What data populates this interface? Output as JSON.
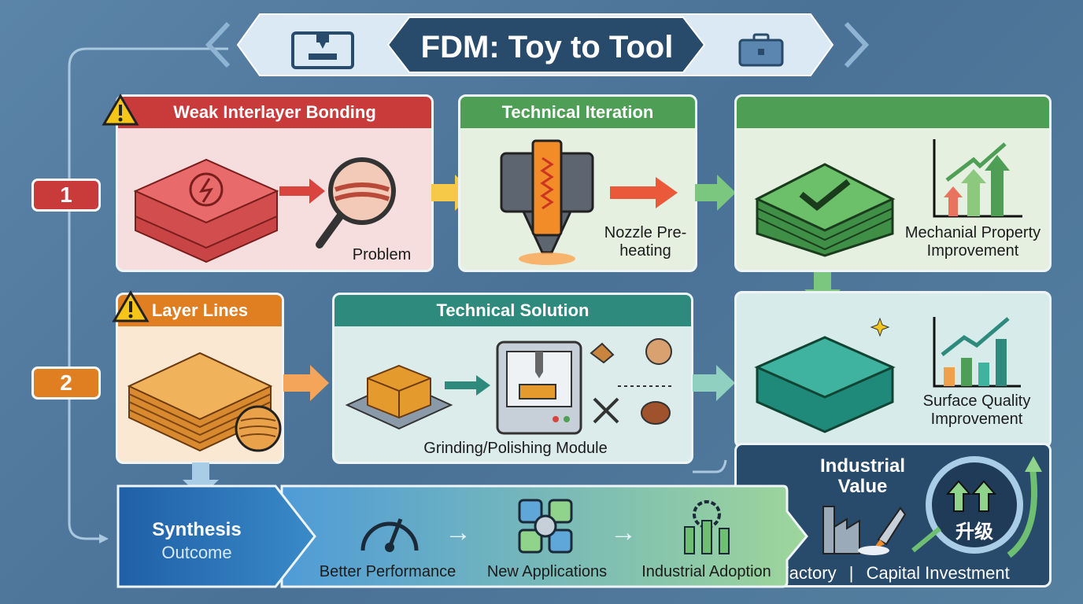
{
  "title": "FDM: Toy to Tool",
  "badges": [
    "1",
    "2"
  ],
  "row1": {
    "problem_header": "Weak Interlayer Bonding",
    "problem_label": "Problem",
    "iteration_header": "Technical Iteration",
    "iteration_label": "Nozzle Pre-heating",
    "result_label": "Mechanial Property Improvement"
  },
  "row2": {
    "problem_header": "Layer Lines",
    "solution_header": "Technical Solution",
    "solution_label": "Grinding/Polishing Module",
    "result_label": "Surface Quality Improvement"
  },
  "industrial": {
    "title": "Industrial Value",
    "badge_text": "升级",
    "factory": "Factory",
    "separator": "|",
    "capital": "Capital Investment"
  },
  "synthesis": {
    "title": "Synthesis",
    "subtitle": "Outcome",
    "steps": [
      "Better Performance",
      "New Applications",
      "Industrial Adoption"
    ],
    "arrow": "→"
  },
  "colors": {
    "red": "#c93b3b",
    "green": "#4e9f55",
    "orange": "#e07e22",
    "teal": "#2f8a7e",
    "navy": "#284a6b"
  }
}
